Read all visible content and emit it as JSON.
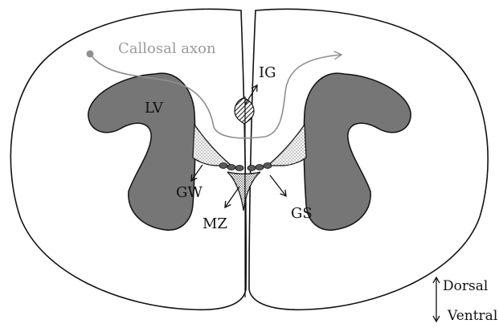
{
  "labels": {
    "callosal_axon": "Callosal axon",
    "ig": "IG",
    "lv": "LV",
    "gw": "GW",
    "gs": "GS",
    "mz": "MZ",
    "dorsal": "Dorsal",
    "ventral": "Ventral"
  },
  "colors": {
    "outline": "#111111",
    "ventricle_fill": "#767676",
    "axon": "#8f8f8f",
    "background": "#ffffff",
    "cell_cluster": "#5a5a5a"
  }
}
